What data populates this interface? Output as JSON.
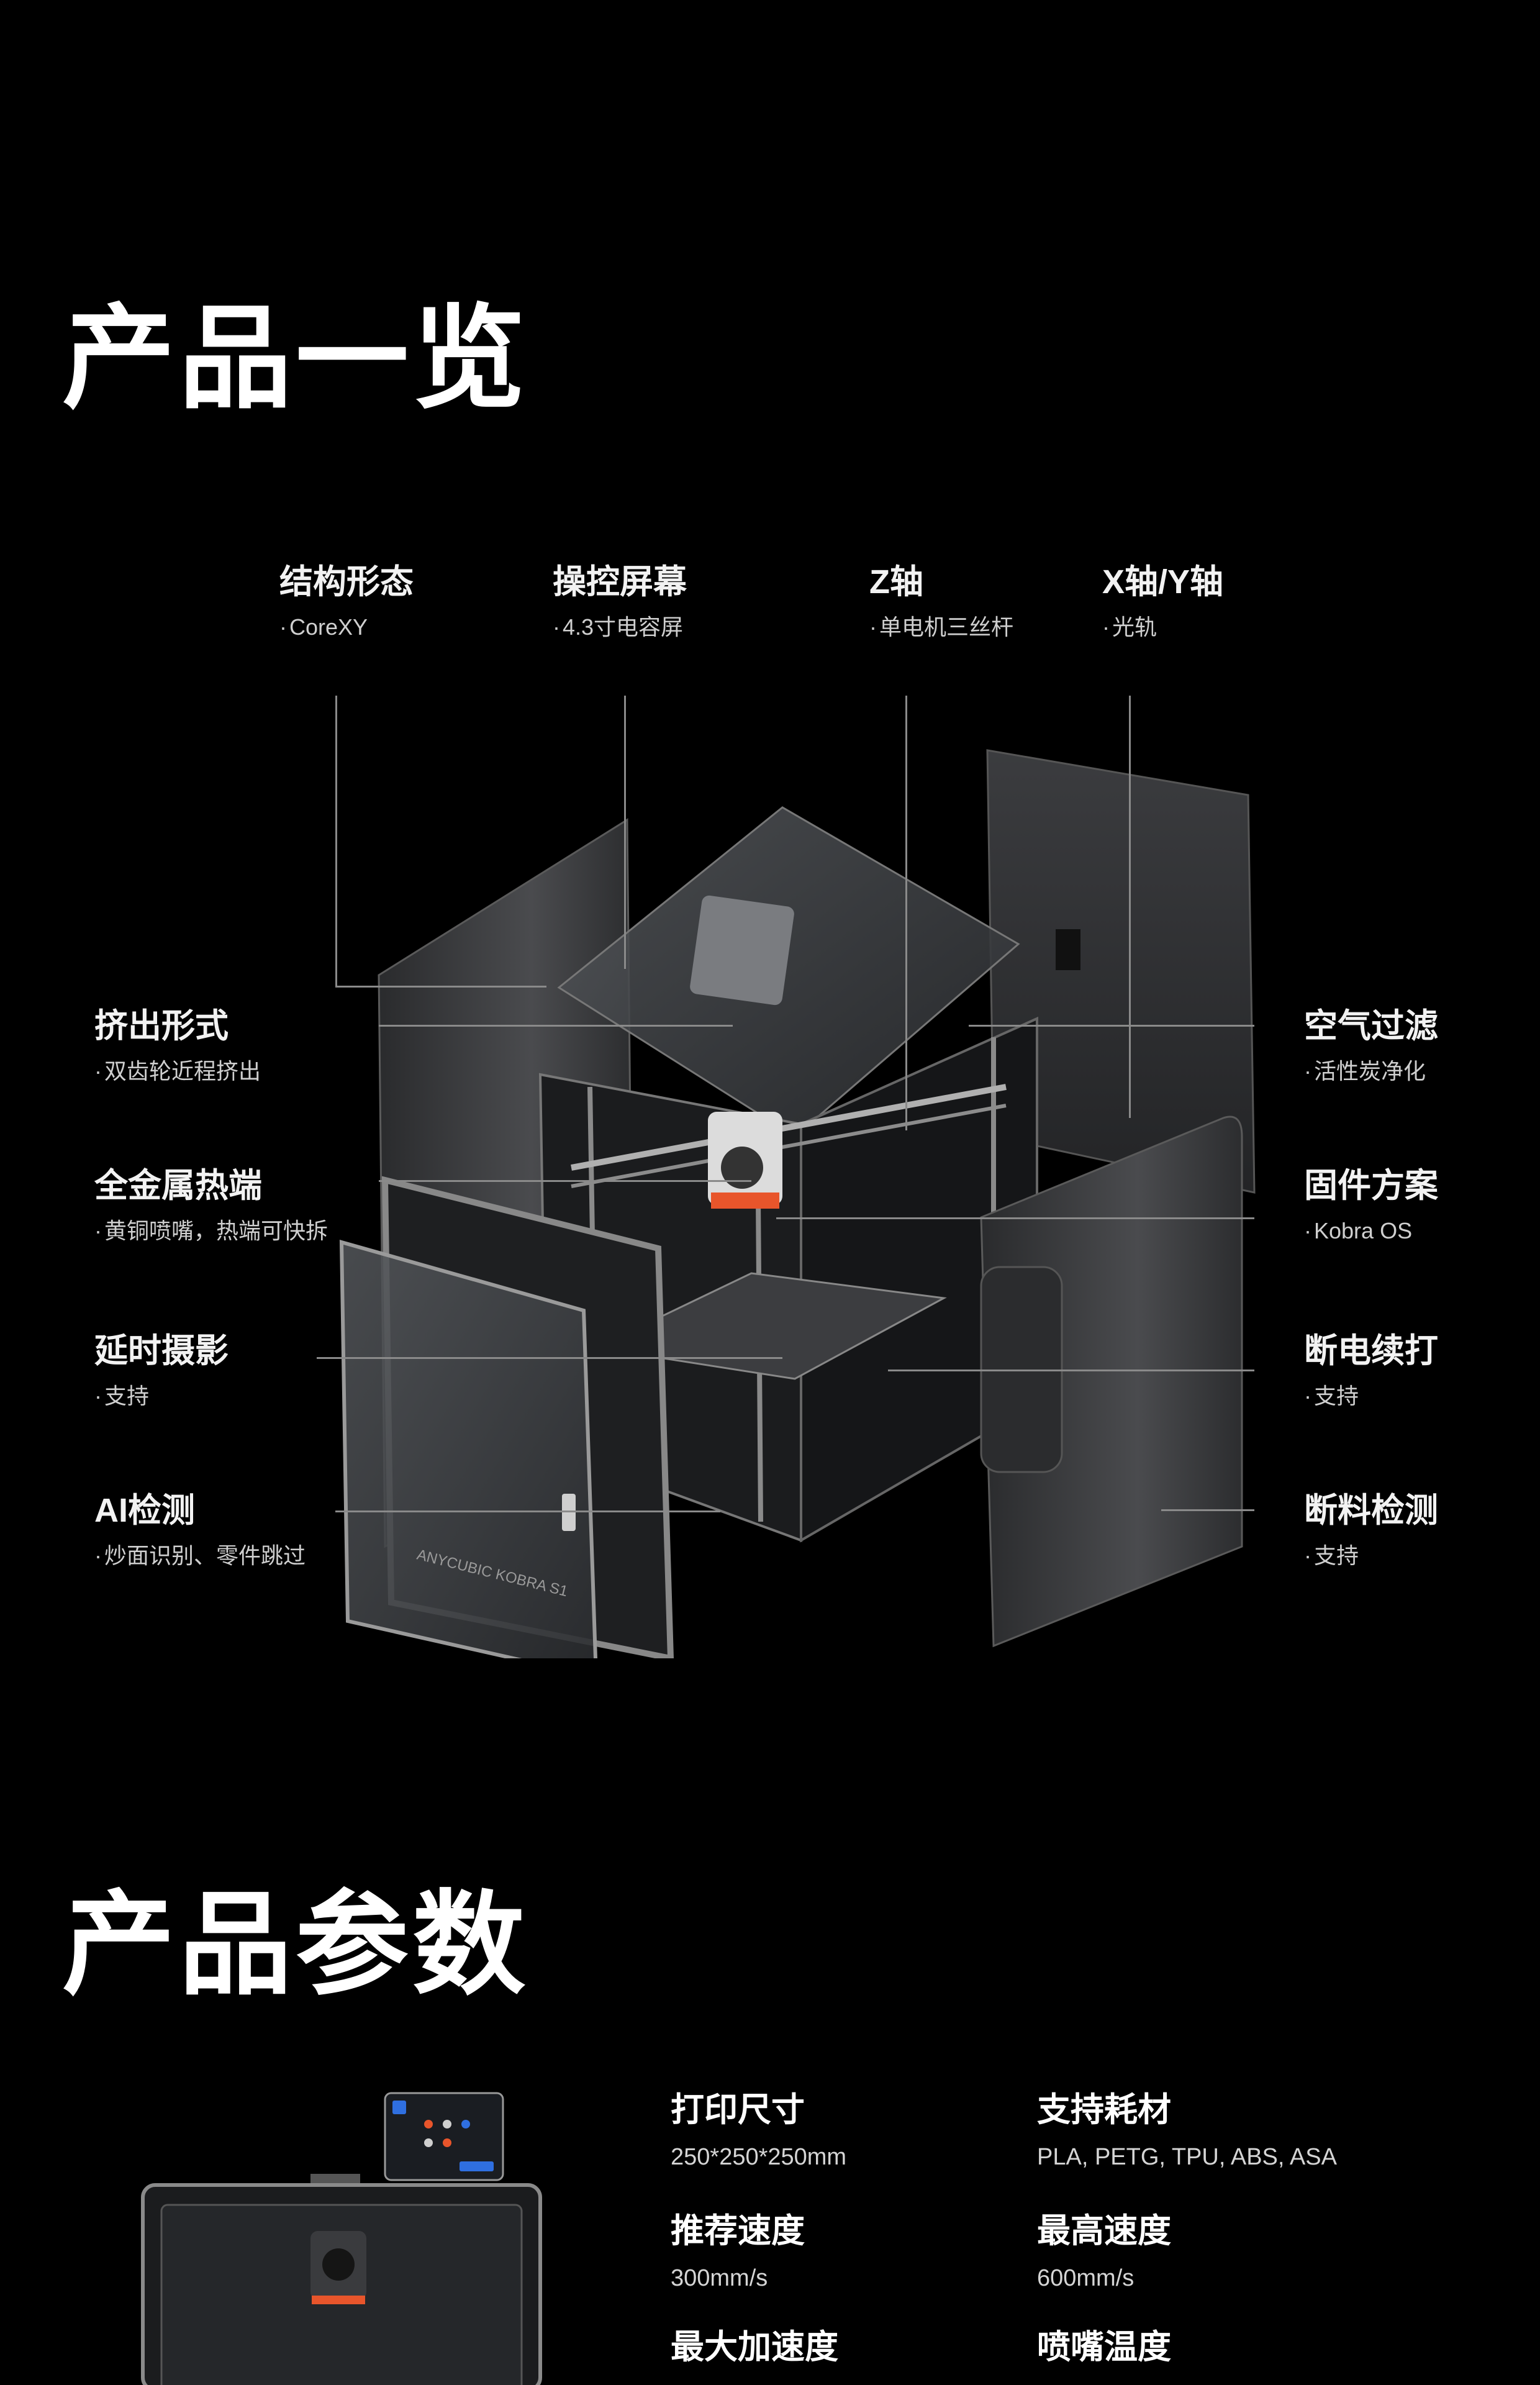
{
  "overview": {
    "title": "产品一览",
    "printer_watermark": "ANYCUBIC KOBRA S1",
    "features": [
      {
        "id": "structure",
        "title": "结构形态",
        "value": "CoreXY"
      },
      {
        "id": "screen",
        "title": "操控屏幕",
        "value": "4.3寸电容屏"
      },
      {
        "id": "z-axis",
        "title": "Z轴",
        "value": "单电机三丝杆"
      },
      {
        "id": "xy-axis",
        "title": "X轴/Y轴",
        "value": "光轨"
      },
      {
        "id": "extrusion",
        "title": "挤出形式",
        "value": "双齿轮近程挤出"
      },
      {
        "id": "hotend",
        "title": "全金属热端",
        "value": "黄铜喷嘴，热端可快拆"
      },
      {
        "id": "timelapse",
        "title": "延时摄影",
        "value": "支持"
      },
      {
        "id": "ai-detect",
        "title": "AI检测",
        "value": "炒面识别、零件跳过"
      },
      {
        "id": "air-filter",
        "title": "空气过滤",
        "value": "活性炭净化"
      },
      {
        "id": "firmware",
        "title": "固件方案",
        "value": "Kobra OS"
      },
      {
        "id": "power-resume",
        "title": "断电续打",
        "value": "支持"
      },
      {
        "id": "filament-detect",
        "title": "断料检测",
        "value": "支持"
      }
    ]
  },
  "params": {
    "title": "产品参数",
    "specs": [
      {
        "id": "print-size",
        "title": "打印尺寸",
        "value": "250*250*250mm"
      },
      {
        "id": "filaments",
        "title": "支持耗材",
        "value": "PLA, PETG, TPU, ABS, ASA"
      },
      {
        "id": "rec-speed",
        "title": "推荐速度",
        "value": "300mm/s"
      },
      {
        "id": "max-speed",
        "title": "最高速度",
        "value": "600mm/s"
      },
      {
        "id": "max-accel",
        "title": "最大加速度",
        "value": ""
      },
      {
        "id": "nozzle-temp",
        "title": "喷嘴温度",
        "value": ""
      }
    ]
  },
  "colors": {
    "background": "#000000",
    "text_primary": "#ffffff",
    "text_secondary": "#cfcfcf",
    "accent_orange": "#e8552b"
  }
}
